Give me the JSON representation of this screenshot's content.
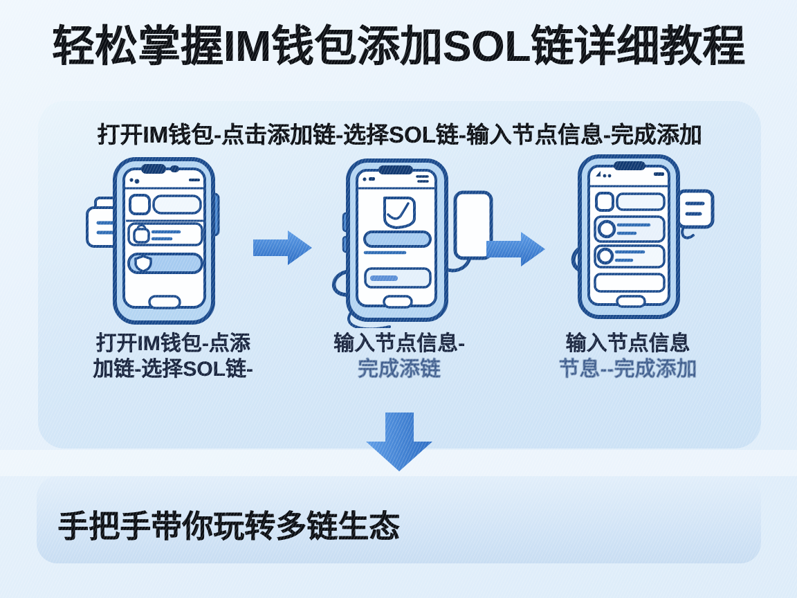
{
  "title": "轻松掌握IM钱包添加SOL链详细教程",
  "flow_panel": {
    "subtitle": "打开IM钱包-点击添加链-选择SOL链-输入节点信息-完成添加",
    "steps": [
      {
        "caption_line1": "打开IM钱包-点添",
        "caption_line2": "加链-选择SOL链-"
      },
      {
        "caption_line1": "输入节点信息-",
        "caption_line2": "完成添链"
      },
      {
        "caption_line1": "输入节点信息",
        "caption_line2": "节息--完成添加"
      }
    ]
  },
  "footer_panel": {
    "text": "手把手带你玩转多链生态"
  },
  "icons": {
    "phone1": [
      "app-list-row-icon",
      "wallet-bag-icon",
      "shield-highlight-icon",
      "home-pill-icon"
    ],
    "phone2": [
      "shield-check-icon",
      "input-field-filled",
      "input-field-outline",
      "home-pill-icon"
    ],
    "phone3": [
      "list-row-icon",
      "radio-circle-icon",
      "chat-bubble-icon",
      "home-pill-icon"
    ],
    "arrows": [
      "right-arrow-icon",
      "right-arrow-icon",
      "down-arrow-icon"
    ]
  },
  "colors": {
    "page_background": "#e8f2fb",
    "panel_background": "#d5e7f7",
    "footer_background": "#d4e6f6",
    "title_text": "#0b0e13",
    "caption_text": "#18243e",
    "caption_soft_text": "#3d5c8c",
    "arrow_blue_top": "#5e9de6",
    "arrow_blue_bottom": "#2e6ec4",
    "phone_outline": "#1a4a8c",
    "phone_body_fill": "#b4d5f2",
    "screen_fill": "#fdfeff",
    "notch_fill": "#123a72",
    "highlight_fill": "#a6cbf0",
    "accent_line": "#2f6cb4"
  }
}
